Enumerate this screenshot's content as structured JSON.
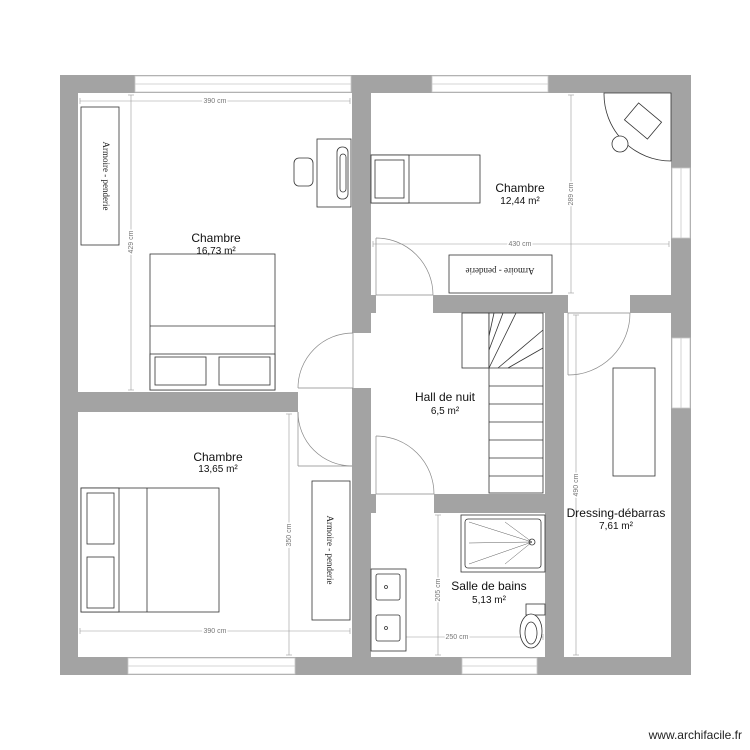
{
  "rooms": [
    {
      "name": "Chambre",
      "area": "16,73 m²"
    },
    {
      "name": "Chambre",
      "area": "12,44 m²"
    },
    {
      "name": "Hall de nuit",
      "area": "6,5 m²"
    },
    {
      "name": "Chambre",
      "area": "13,65 m²"
    },
    {
      "name": "Dressing-débarras",
      "area": "7,61 m²"
    },
    {
      "name": "Salle de bains",
      "area": "5,13 m²"
    }
  ],
  "dimensions": {
    "tl_width": "390 cm",
    "tl_height": "429 cm",
    "tr_width": "430 cm",
    "tr_height": "289 cm",
    "bl_width": "390 cm",
    "bl_height": "350 cm",
    "dressing_height": "490 cm",
    "sdb_width": "250 cm",
    "sdb_height": "205 cm"
  },
  "furniture": {
    "wardrobe_tl": "Armoire - penderie",
    "wardrobe_tr": "Armoire - penderie",
    "wardrobe_bl": "Armoire - penderie"
  },
  "watermark": "www.archifacile.fr",
  "colors": {
    "wall": "#a3a3a3",
    "window": "#ffffff",
    "line": "#333333",
    "dim": "#999999"
  }
}
